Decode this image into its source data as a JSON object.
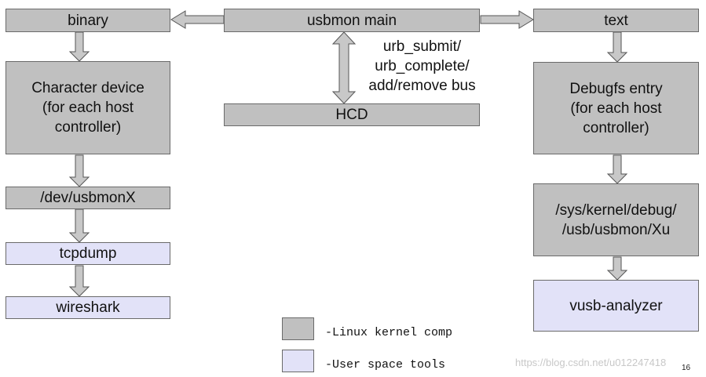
{
  "boxes": {
    "binary": "binary",
    "usbmon_main": "usbmon main",
    "text": "text",
    "char_device": "Character device\n(for each host\ncontroller)",
    "hcd": "HCD",
    "debugfs_entry": "Debugfs entry\n(for each host\ncontroller)",
    "dev_usbmon": "/dev/usbmonX",
    "sys_kernel_debug": "/sys/kernel/debug/\n/usb/usbmon/Xu",
    "tcpdump": "tcpdump",
    "wireshark": "wireshark",
    "vusb_analyzer": "vusb-analyzer"
  },
  "hcd_link_label": "urb_submit/\nurb_complete/\nadd/remove bus",
  "legend": {
    "kernel_label": "-Linux kernel comp",
    "user_label": "-User space tools",
    "kernel_color": "#c0c0c0",
    "user_color": "#e2e2f8"
  },
  "watermark": "https://blog.csdn.net/u012247418",
  "page_number": "16"
}
